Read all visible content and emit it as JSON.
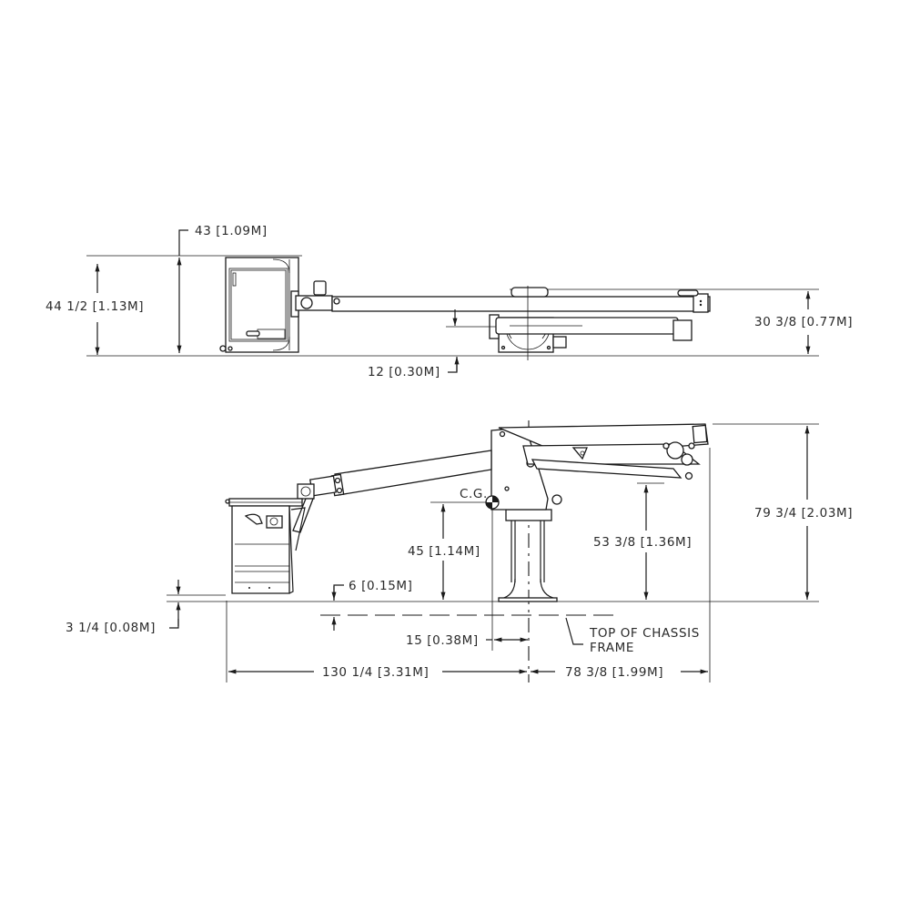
{
  "drawing": {
    "line_color": "#1a1a1a",
    "background": "#ffffff",
    "top_view": {
      "dimensions": {
        "platform_width": "43 [1.09M]",
        "overall_width": "44 1/2 [1.13M]",
        "boom_offset": "12 [0.30M]",
        "base_width": "30 3/8 [0.77M]"
      }
    },
    "side_view": {
      "cg_label": "C.G.",
      "dimensions": {
        "cg_height": "45 [1.14M]",
        "pedestal_height": "53 3/8 [1.36M]",
        "stowed_height": "79 3/4 [2.03M]",
        "platform_clearance": "6 [0.15M]",
        "platform_floor": "3 1/4 [0.08M]",
        "cg_offset": "15 [0.38M]",
        "front_overhang": "130 1/4 [3.31M]",
        "rear_length": "78 3/8 [1.99M]"
      },
      "callout": {
        "line1": "TOP OF CHASSIS",
        "line2": "FRAME"
      }
    }
  }
}
